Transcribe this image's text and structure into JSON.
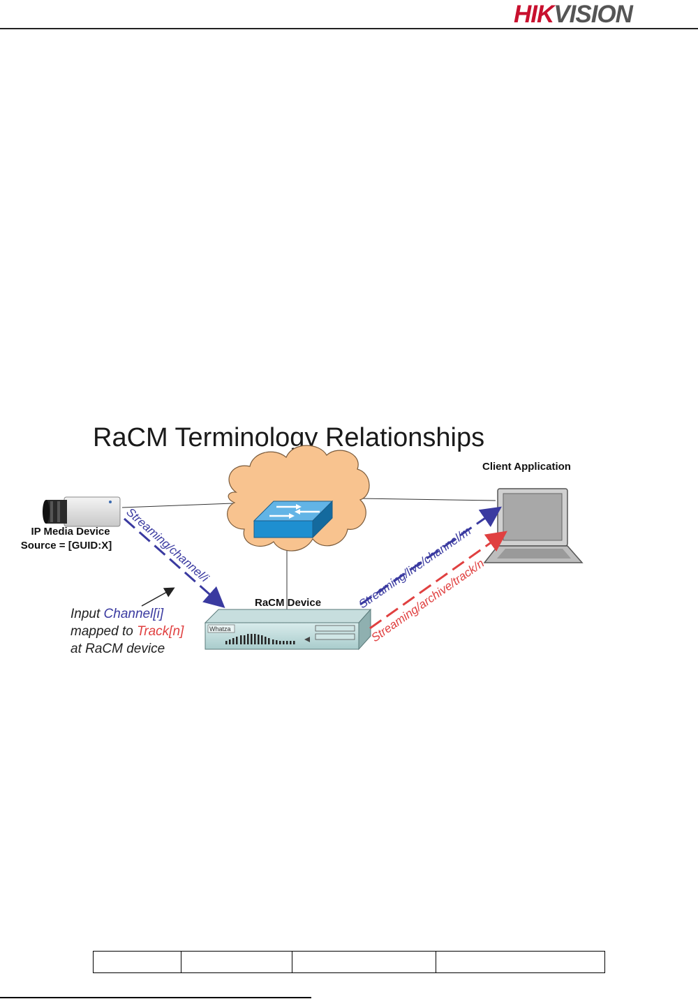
{
  "header": {
    "logo_part1": "HIK",
    "logo_part2": "VISION"
  },
  "figure": {
    "title": "RaCM Terminology Relationships",
    "client_label": "Client Application",
    "camera_label_line1": "IP Media Device",
    "camera_label_line2": "Source = [GUID:X]",
    "racm_label": "RaCM Device",
    "device_brand": "Whatza",
    "stream_channel": "Streaming/channel/i",
    "stream_live": "Streaming/live/channel/m",
    "stream_archive": "Streaming/archive/track/n",
    "note_line1_a": "Input ",
    "note_line1_b": "Channel[i]",
    "note_line2_a": "mapped to ",
    "note_line2_b": "Track[n]",
    "note_line3": "at RaCM device"
  },
  "colors": {
    "logo_red": "#c8102e",
    "stream_blue": "#3a3aa0",
    "stream_red": "#e04040",
    "cloud_fill": "#f8c38f",
    "switch_blue": "#1e8fd0"
  },
  "footer_table": {
    "columns": 4,
    "cells": [
      "",
      "",
      "",
      ""
    ]
  }
}
